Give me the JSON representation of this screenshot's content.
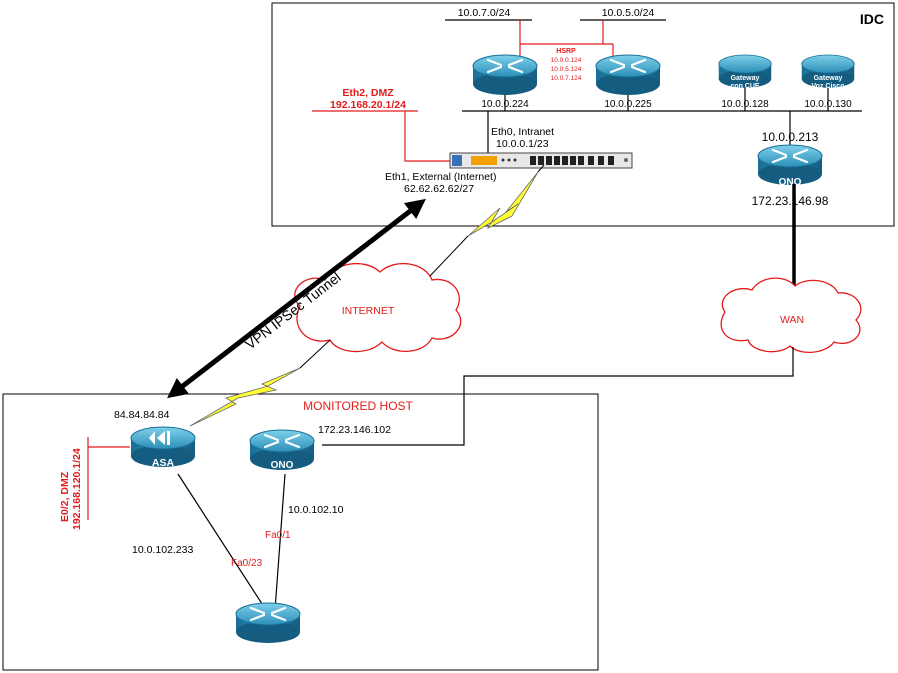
{
  "colors": {
    "red": "#e31b1b",
    "black": "#000000",
    "router_blue": "#1a6f96",
    "router_light": "#3aa3c9",
    "lightning": "#ffff33"
  },
  "idc": {
    "title": "IDC",
    "net_7": "10.0.7.0/24",
    "net_5": "10.0.5.0/24",
    "hsrp_title": "HSRP",
    "hsrp_ips": [
      "10.0.0.124",
      "10.0.5.124",
      "10.0.7.124"
    ],
    "r1_ip": "10.0.0.224",
    "r2_ip": "10.0.0.225",
    "gw1_label": [
      "Gateway",
      "con CUE"
    ],
    "gw1_ip": "10.0.0.128",
    "gw2_label": [
      "Gateway",
      "Voz Cisco"
    ],
    "gw2_ip": "10.0.0.130",
    "dmz_title": "Eth2, DMZ",
    "dmz_ip": "192.168.20.1/24",
    "eth0_label": "Eth0, Intranet",
    "eth0_ip": "10.0.0.1/23",
    "eth1_label": "Eth1, External (Internet)",
    "eth1_ip": "62.62.62.62/27",
    "ono_top_ip": "10.0.0.213",
    "ono_label": "ONO",
    "ono_bottom_ip": "172.23.146.98"
  },
  "vpn_label": "VPN IPSec Tunnel",
  "internet_label": "INTERNET",
  "wan_label": "WAN",
  "host": {
    "title": "MONITORED HOST",
    "asa_public_ip": "84.84.84.84",
    "asa_label": "ASA",
    "asa_dmz_title": "E0/2, DMZ",
    "asa_dmz_ip": "192.168.120.1/24",
    "ono_label": "ONO",
    "ono_ip": "172.23.146.102",
    "ono_lan_ip": "10.0.102.10",
    "fa01": "Fa0/1",
    "asa_lan_ip": "10.0.102.233",
    "fa023": "Fa0/23"
  }
}
